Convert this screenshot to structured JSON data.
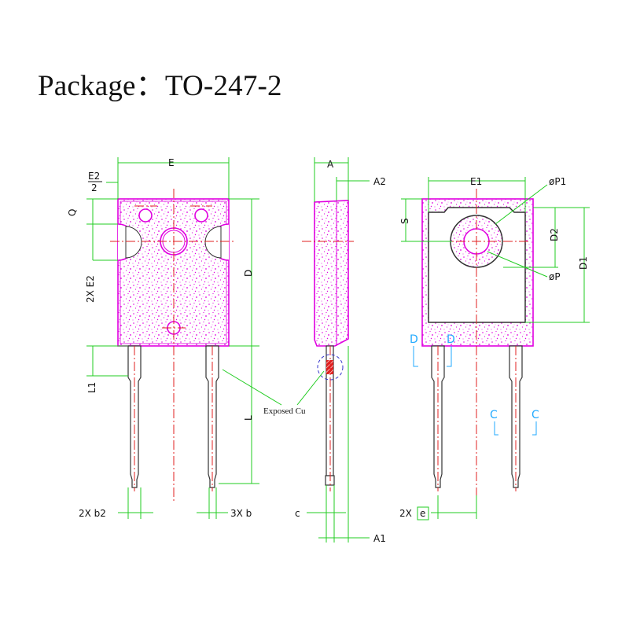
{
  "title": "Package：TO-247-2",
  "labels": {
    "E": "E",
    "E2_num": "E2",
    "E2_den": "2",
    "Q": "Q",
    "two_x_E2": "2X E2",
    "D": "D",
    "L1": "L1",
    "L": "L",
    "b2": "2X b2",
    "b": "3X b",
    "A": "A",
    "A2": "A2",
    "c": "c",
    "A1": "A1",
    "E1": "E1",
    "S": "S",
    "P1": "øP1",
    "D2": "D2",
    "D1": "D1",
    "P": "øP",
    "e_prefix": "2X",
    "e": "e",
    "exposed_cu": "Exposed Cu",
    "section_D_left": "D",
    "section_D_right": "D",
    "section_C_left": "C",
    "section_C_right": "C"
  },
  "colors": {
    "package_body": "#e000e0",
    "dimension_lines": "#22cc22",
    "center_lines": "#e02020",
    "section_marks": "#22aaff",
    "outline": "#333333"
  }
}
